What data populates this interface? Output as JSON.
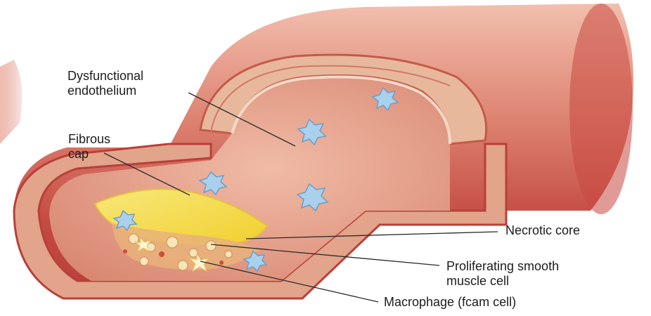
{
  "labels": {
    "endothelium": [
      "Dysfunctional",
      "endothelium"
    ],
    "fibrous_cap": [
      "Fibrous",
      "cap"
    ],
    "necrotic_core": "Necrotic core",
    "smooth_muscle": [
      "Proliferating smooth",
      "muscle cell"
    ],
    "macrophage": "Macrophage (fcam cell)"
  },
  "colors": {
    "artery_outer": "#c7413c",
    "artery_light": "#e69e8c",
    "lumen": "#e8a48e",
    "plaque_yellow": "#f4dc4a",
    "cell_blue": "#9cc8e8",
    "leader_line": "#2a2a2a"
  }
}
